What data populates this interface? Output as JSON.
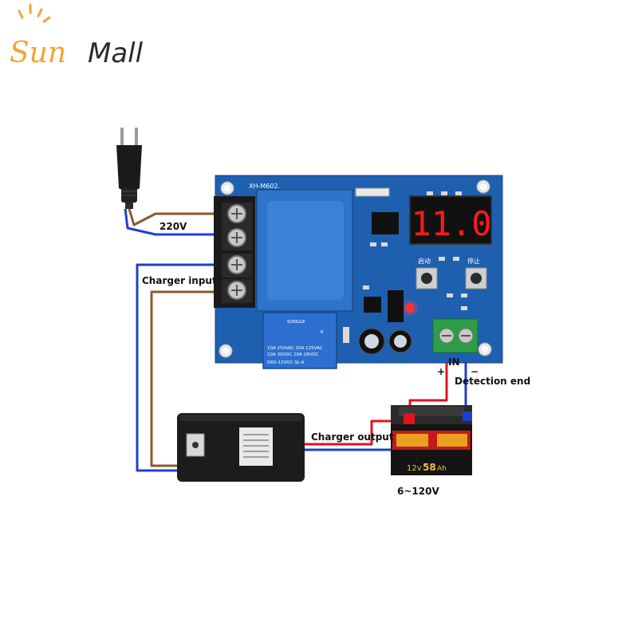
{
  "brand": {
    "sun": "Sun",
    "mall": "Mall",
    "accent": "#f2a431"
  },
  "board": {
    "model": "XH-M602.",
    "display_value": "11.0",
    "start_button_label": "启动",
    "stop_button_label": "停止",
    "relay": {
      "brand": "SONGLE",
      "rating_line_1": "10A 250VAC  10A 125VAC",
      "rating_line_2": "10A  30VDC  10A  28VDC",
      "model": "SRD-12VDC-SL-A",
      "number": "6"
    },
    "terminal_plus": "+",
    "terminal_in": "IN",
    "terminal_minus": "−"
  },
  "labels": {
    "mains_voltage": "220V",
    "charger_input": "Charger input",
    "charger_output": "Charger output",
    "detection_end": "Detection end",
    "battery_range": "6~120V"
  },
  "battery": {
    "voltage": "12v",
    "capacity": "58",
    "unit": "Ah"
  },
  "colors": {
    "wire_blue": "#1f3fd1",
    "wire_brown": "#8a5a2b",
    "wire_red": "#e0141e",
    "pcb": "#1f5fb0"
  }
}
